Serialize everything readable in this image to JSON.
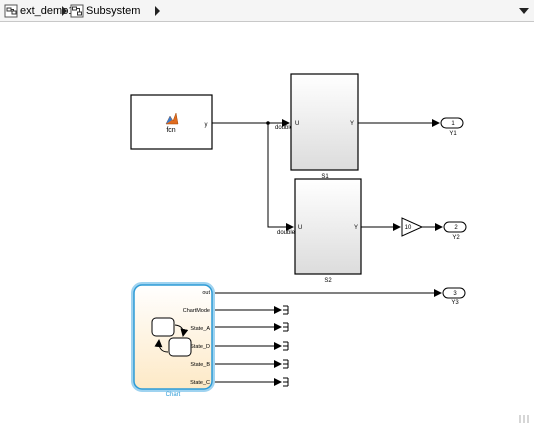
{
  "breadcrumb": {
    "items": [
      {
        "label": "ext_demo1",
        "icon": "model-icon"
      },
      {
        "label": "Subsystem",
        "icon": "subsystem-icon"
      }
    ]
  },
  "blocks": {
    "fcn": {
      "name": "fcn",
      "port_out": "y"
    },
    "s1": {
      "name": "S1",
      "port_in": "U",
      "port_out": "Y",
      "type_label": "double"
    },
    "s2": {
      "name": "S2",
      "port_in": "U",
      "port_out": "Y",
      "type_label": "double"
    },
    "gain": {
      "value": "10"
    },
    "chart": {
      "name": "Chart",
      "outputs": [
        "out",
        "ChartMode",
        "State_A",
        "State_D",
        "State_B",
        "State_C"
      ]
    },
    "outports": [
      {
        "number": "1",
        "name": "Y1"
      },
      {
        "number": "2",
        "name": "Y2"
      },
      {
        "number": "3",
        "name": "Y3"
      }
    ]
  },
  "colors": {
    "chart_border": "#3fa9e0",
    "chart_fill": "#fff3dc",
    "subsystem_gradient_end": "#d9d9d9"
  }
}
